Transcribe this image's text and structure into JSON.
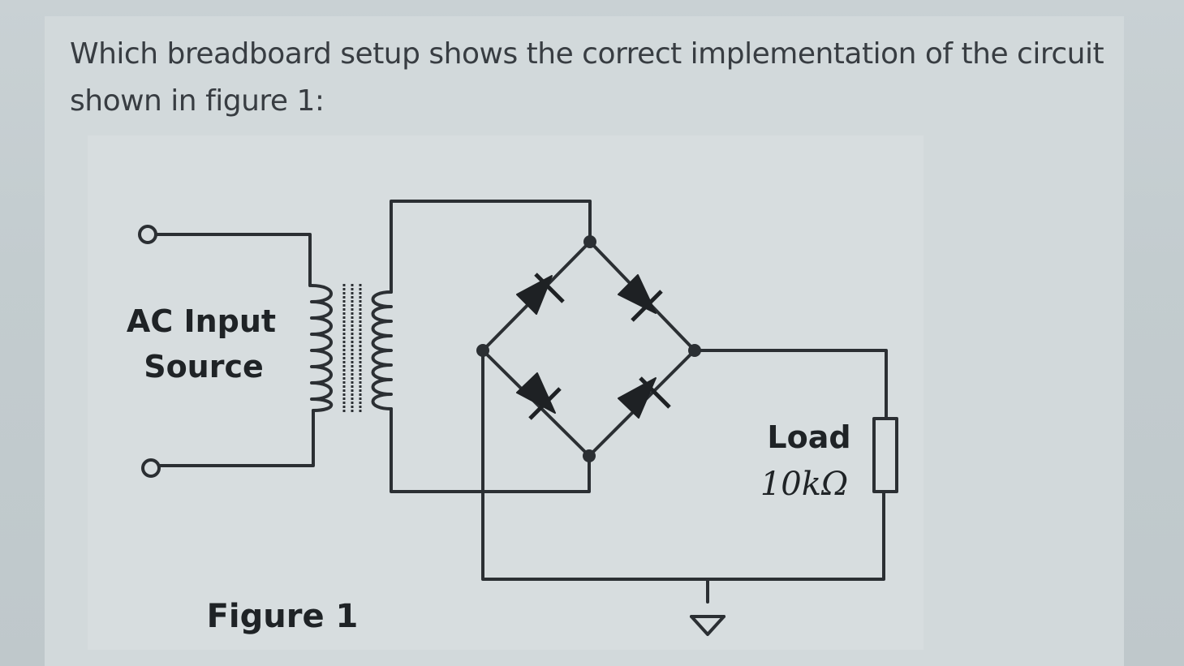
{
  "question": {
    "line1": "Which breadboard setup shows the correct implementation of the circuit",
    "line2": "shown in figure 1:"
  },
  "figure": {
    "source_label_line1": "AC Input",
    "source_label_line2": "Source",
    "load_label": "Load",
    "load_value": "10kΩ",
    "caption": "Figure 1"
  },
  "colors": {
    "wire": "#2b2f33",
    "text": "#383d42",
    "card": "#d7dddf"
  }
}
